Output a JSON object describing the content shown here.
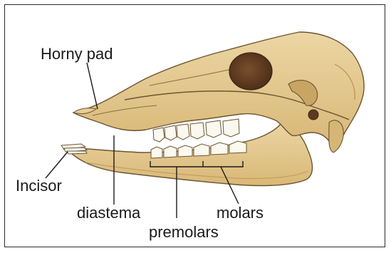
{
  "labels": {
    "horny_pad": "Horny pad",
    "incisor": "Incisor",
    "diastema": "diastema",
    "premolars": "premolars",
    "molars": "molars"
  },
  "colors": {
    "bone": "#e3c88f",
    "bone_shadow": "#c9a564",
    "bone_outline": "#6b5532",
    "eye_socket": "#5b3a22",
    "teeth": "#fbf8ef",
    "text": "#1a1a1a",
    "frame": "#2b2b2b"
  }
}
